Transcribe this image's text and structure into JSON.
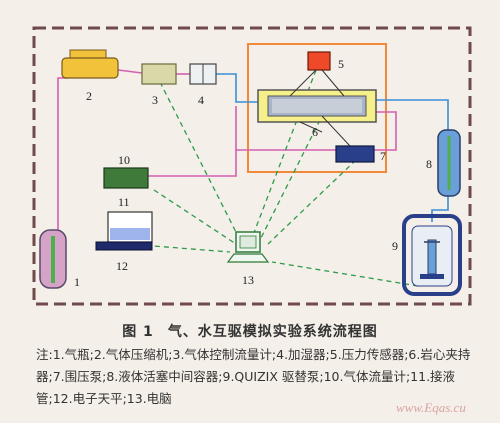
{
  "figure": {
    "number_label": "图 1",
    "title": "气、水互驱模拟实验系统流程图"
  },
  "note": "注:1.气瓶;2.气体压缩机;3.气体控制流量计;4.加湿器;5.压力传感器;6.岩心夹持器;7.围压泵;8.液体活塞中间容器;9.QUIZIX 驱替泵;10.气体流量计;11.接液管;12.电子天平;13.电脑",
  "labels": {
    "n1": "1",
    "n2": "2",
    "n3": "3",
    "n4": "4",
    "n5": "5",
    "n6": "6",
    "n7": "7",
    "n8": "8",
    "n9": "9",
    "n10": "10",
    "n11": "11",
    "n12": "12",
    "n13": "13"
  },
  "watermark": "www.Eqas.cu",
  "colors": {
    "frame_dashed": "#6e4a4a",
    "gas_line": "#d45fb0",
    "water_line": "#3a8fd8",
    "signal_line": "#2e9a4a",
    "heater_frame": "#f08a3a",
    "cylinder_green": "#4db04a",
    "compressor_yellow": "#f2c23a",
    "sensor_red": "#ee4a2a",
    "pump_navy": "#2a3f8a"
  }
}
